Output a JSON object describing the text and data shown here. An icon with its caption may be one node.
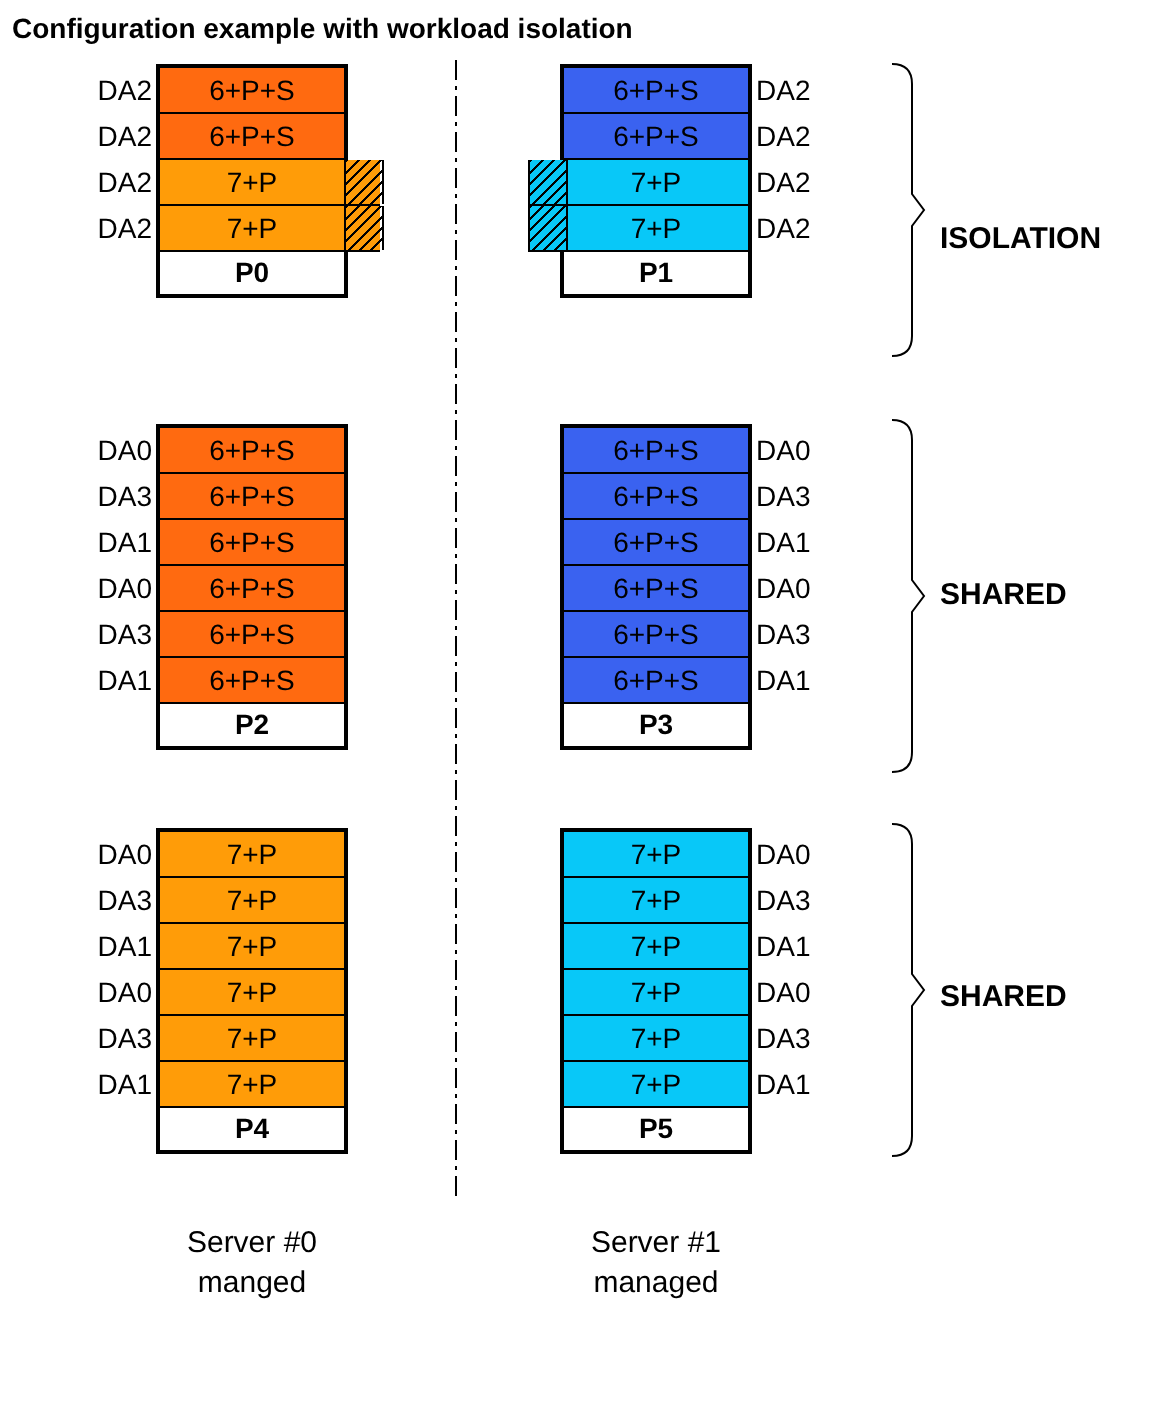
{
  "diagram": {
    "title": "Configuration example with workload isolation",
    "nodes": [
      {
        "text": [
          "P0"
        ]
      },
      {
        "text": [
          "6+P+S"
        ],
        "beside": [
          "DA2"
        ],
        "in": 0
      },
      {
        "text": [
          "6+P+S"
        ],
        "beside": [
          "DA2"
        ],
        "in": 0
      },
      {
        "text": [
          "7+P"
        ],
        "beside": [
          "DA2"
        ],
        "in": 0
      },
      {
        "text": [
          "7+P"
        ],
        "beside": [
          "DA2"
        ],
        "in": 0
      },
      {
        "text": [
          "P1"
        ]
      },
      {
        "text": [
          "6+P+S"
        ],
        "beside": [
          "DA2"
        ],
        "in": 5
      },
      {
        "text": [
          "6+P+S"
        ],
        "beside": [
          "DA2"
        ],
        "in": 5
      },
      {
        "text": [
          "7+P"
        ],
        "beside": [
          "DA2"
        ],
        "in": 5
      },
      {
        "text": [
          "7+P"
        ],
        "beside": [
          "DA2"
        ],
        "in": 5
      },
      {
        "text": [
          "P2"
        ]
      },
      {
        "text": [
          "6+P+S"
        ],
        "beside": [
          "DA0"
        ],
        "in": 10
      },
      {
        "text": [
          "6+P+S"
        ],
        "beside": [
          "DA3"
        ],
        "in": 10
      },
      {
        "text": [
          "6+P+S"
        ],
        "beside": [
          "DA1"
        ],
        "in": 10
      },
      {
        "text": [
          "6+P+S"
        ],
        "beside": [
          "DA0"
        ],
        "in": 10
      },
      {
        "text": [
          "6+P+S"
        ],
        "beside": [
          "DA3"
        ],
        "in": 10
      },
      {
        "text": [
          "6+P+S"
        ],
        "beside": [
          "DA1"
        ],
        "in": 10
      },
      {
        "text": [
          "P3"
        ]
      },
      {
        "text": [
          "6+P+S"
        ],
        "beside": [
          "DA0"
        ],
        "in": 17
      },
      {
        "text": [
          "6+P+S"
        ],
        "beside": [
          "DA3"
        ],
        "in": 17
      },
      {
        "text": [
          "6+P+S"
        ],
        "beside": [
          "DA1"
        ],
        "in": 17
      },
      {
        "text": [
          "6+P+S"
        ],
        "beside": [
          "DA0"
        ],
        "in": 17
      },
      {
        "text": [
          "6+P+S"
        ],
        "beside": [
          "DA3"
        ],
        "in": 17
      },
      {
        "text": [
          "6+P+S"
        ],
        "beside": [
          "DA1"
        ],
        "in": 17
      },
      {
        "text": [
          "P4"
        ]
      },
      {
        "text": [
          "7+P"
        ],
        "beside": [
          "DA0"
        ],
        "in": 24
      },
      {
        "text": [
          "7+P"
        ],
        "beside": [
          "DA3"
        ],
        "in": 24
      },
      {
        "text": [
          "7+P"
        ],
        "beside": [
          "DA1"
        ],
        "in": 24
      },
      {
        "text": [
          "7+P"
        ],
        "beside": [
          "DA0"
        ],
        "in": 24
      },
      {
        "text": [
          "7+P"
        ],
        "beside": [
          "DA3"
        ],
        "in": 24
      },
      {
        "text": [
          "7+P"
        ],
        "beside": [
          "DA1"
        ],
        "in": 24
      },
      {
        "text": [
          "P5"
        ]
      },
      {
        "text": [
          "7+P"
        ],
        "beside": [
          "DA0"
        ],
        "in": 31
      },
      {
        "text": [
          "7+P"
        ],
        "beside": [
          "DA3"
        ],
        "in": 31
      },
      {
        "text": [
          "7+P"
        ],
        "beside": [
          "DA1"
        ],
        "in": 31
      },
      {
        "text": [
          "7+P"
        ],
        "beside": [
          "DA0"
        ],
        "in": 31
      },
      {
        "text": [
          "7+P"
        ],
        "beside": [
          "DA3"
        ],
        "in": 31
      },
      {
        "text": [
          "7+P"
        ],
        "beside": [
          "DA1"
        ],
        "in": 31
      }
    ],
    "edges": [],
    "labels": [
      "ISOLATION",
      "SHARED",
      "SHARED",
      "Server #0 manged",
      "Server #1 managed"
    ]
  }
}
